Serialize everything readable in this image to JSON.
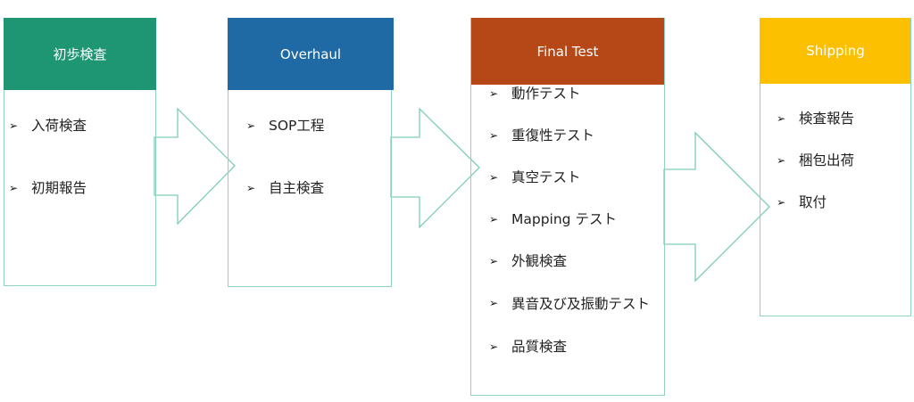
{
  "stages": [
    {
      "title": "初歩検査",
      "color": "#1e9674",
      "items": [
        "入荷検査",
        "初期報告"
      ]
    },
    {
      "title": "Overhaul",
      "color": "#1f6aa5",
      "items": [
        "SOP工程",
        "自主検査"
      ]
    },
    {
      "title": "Final Test",
      "color": "#b64818",
      "items": [
        "動作テスト",
        "重復性テスト",
        "真空テスト",
        "Mapping テスト",
        "外観検査",
        "異音及び及振動テスト",
        "品質検査"
      ]
    },
    {
      "title": "Shipping",
      "color": "#fdc000",
      "items": [
        "検査報告",
        "梱包出荷",
        "取付"
      ]
    }
  ],
  "bullet_icon": "➢",
  "outline_color": "#8fd3c0"
}
